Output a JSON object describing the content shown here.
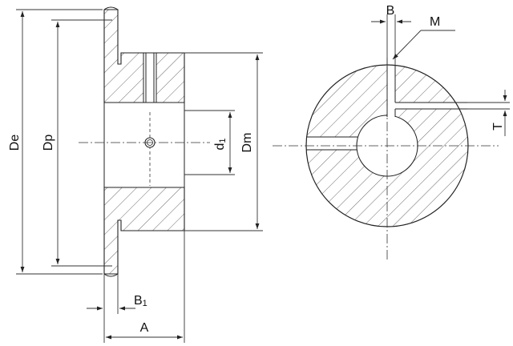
{
  "labels": {
    "De": "De",
    "Dp": "Dp",
    "Dm": "Dm",
    "d1_main": "d",
    "d1_sub": "1",
    "B1_main": "B",
    "B1_sub": "1",
    "A": "A",
    "B": "B",
    "M": "M",
    "T": "T"
  },
  "colors": {
    "hatch": "#6b6b6b",
    "body_fill": "#b5b5b5",
    "line": "#222222"
  }
}
